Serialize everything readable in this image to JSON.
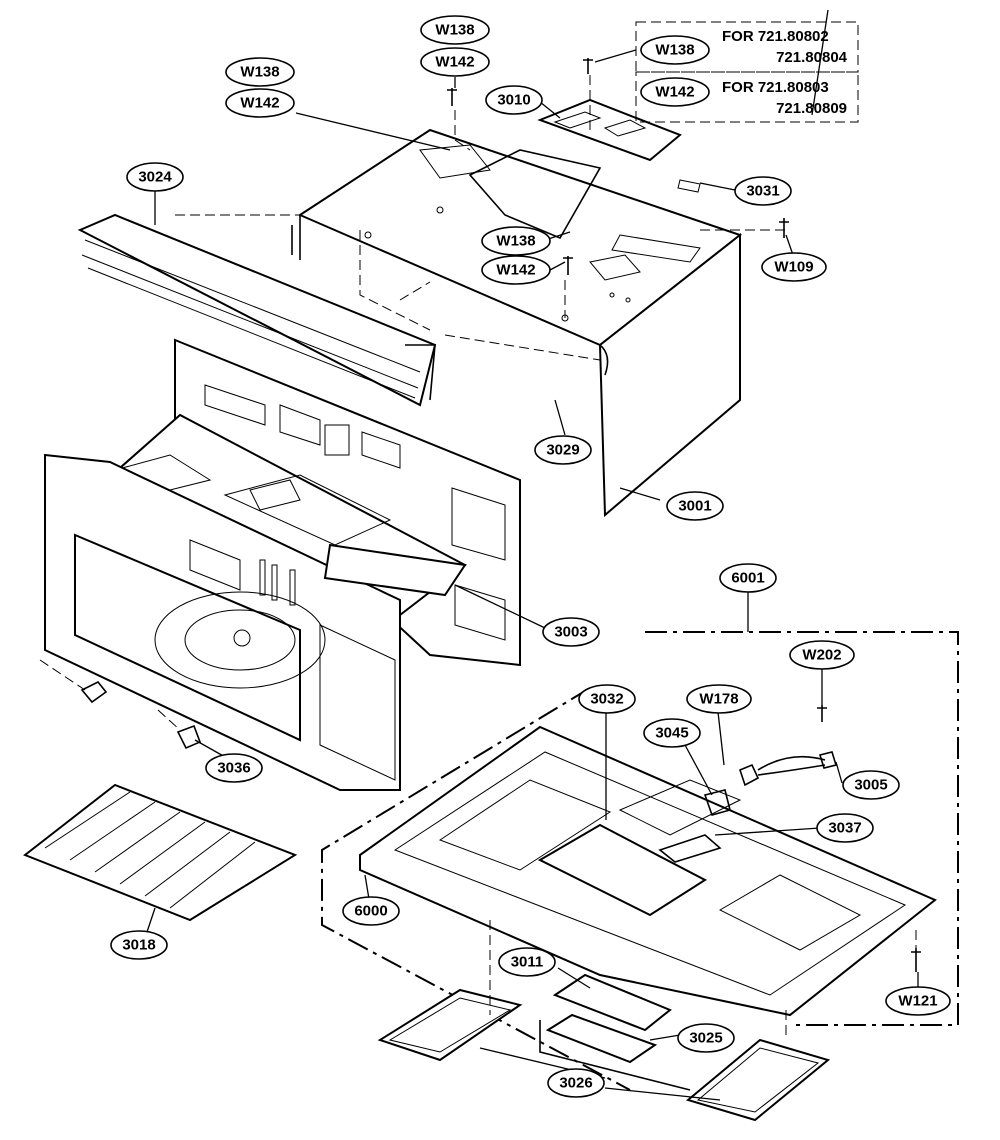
{
  "labels": {
    "w138_top": "W138",
    "w142_top": "W142",
    "w138_left": "W138",
    "w142_left": "W142",
    "w138_note": "W138",
    "w142_note": "W142",
    "w138_mid": "W138",
    "w142_mid": "W142",
    "w109": "W109",
    "w202": "W202",
    "w178": "W178",
    "w121": "W121",
    "p3010": "3010",
    "p3024": "3024",
    "p3031": "3031",
    "p3029": "3029",
    "p3001": "3001",
    "p3003": "3003",
    "p6001": "6001",
    "p3032": "3032",
    "p3045": "3045",
    "p3005": "3005",
    "p3037": "3037",
    "p3036": "3036",
    "p6000": "6000",
    "p3018": "3018",
    "p3011": "3011",
    "p3025": "3025",
    "p3026": "3026"
  },
  "notes": {
    "note1_line1": "FOR 721.80802",
    "note1_line2": "721.80804",
    "note2_line1": "FOR 721.80803",
    "note2_line2": "721.80809"
  }
}
